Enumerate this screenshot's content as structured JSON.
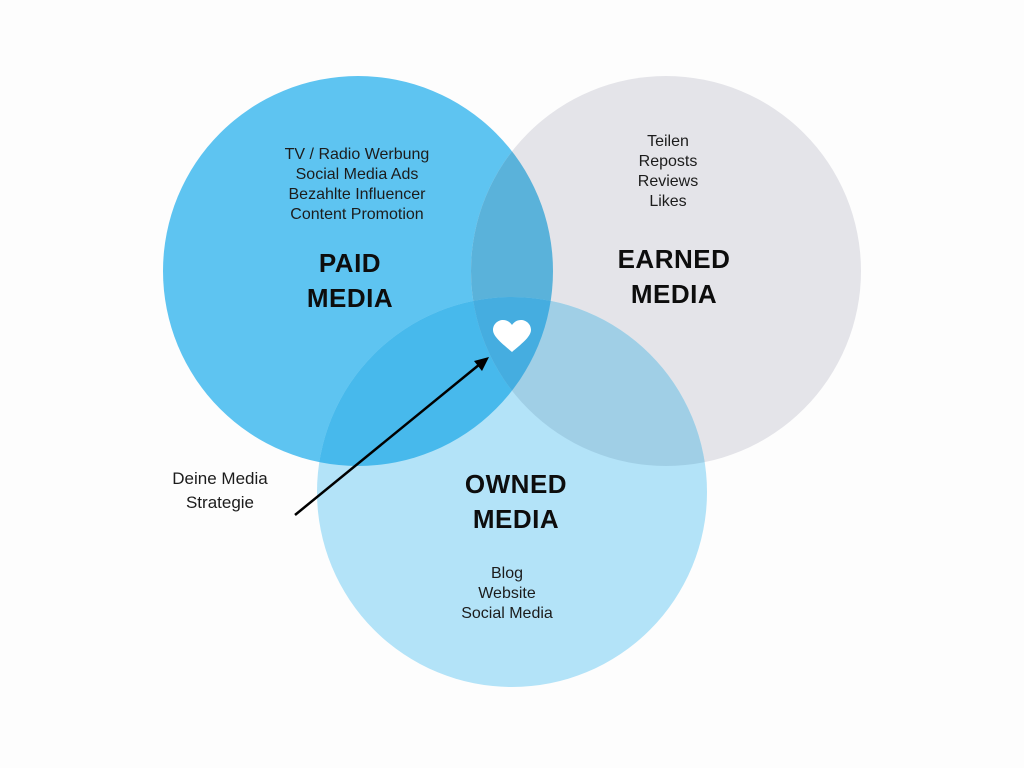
{
  "colors": {
    "background": "#fdfdfd",
    "paid": "#5ec4f1",
    "earned": "#e4e4e9",
    "owned": "#b3e3f8",
    "paid_earned_overlap": "#5ab2da",
    "paid_owned_overlap": "#47b9ec",
    "earned_owned_overlap": "#a0cfe6",
    "center": "#45ade0",
    "heart": "#ffffff",
    "arrow": "#000000"
  },
  "circles": [
    {
      "id": "paid",
      "title_line1": "PAID",
      "title_line2": "MEDIA",
      "items": [
        "TV / Radio Werbung",
        "Social Media Ads",
        "Bezahlte Influencer",
        "Content Promotion"
      ]
    },
    {
      "id": "earned",
      "title_line1": "EARNED",
      "title_line2": "MEDIA",
      "items": [
        "Teilen",
        "Reposts",
        "Reviews",
        "Likes"
      ]
    },
    {
      "id": "owned",
      "title_line1": "OWNED",
      "title_line2": "MEDIA",
      "items": [
        "Blog",
        "Website",
        "Social Media"
      ]
    }
  ],
  "center_icon": "heart-icon",
  "annotation": {
    "line1": "Deine Media",
    "line2": "Strategie"
  }
}
